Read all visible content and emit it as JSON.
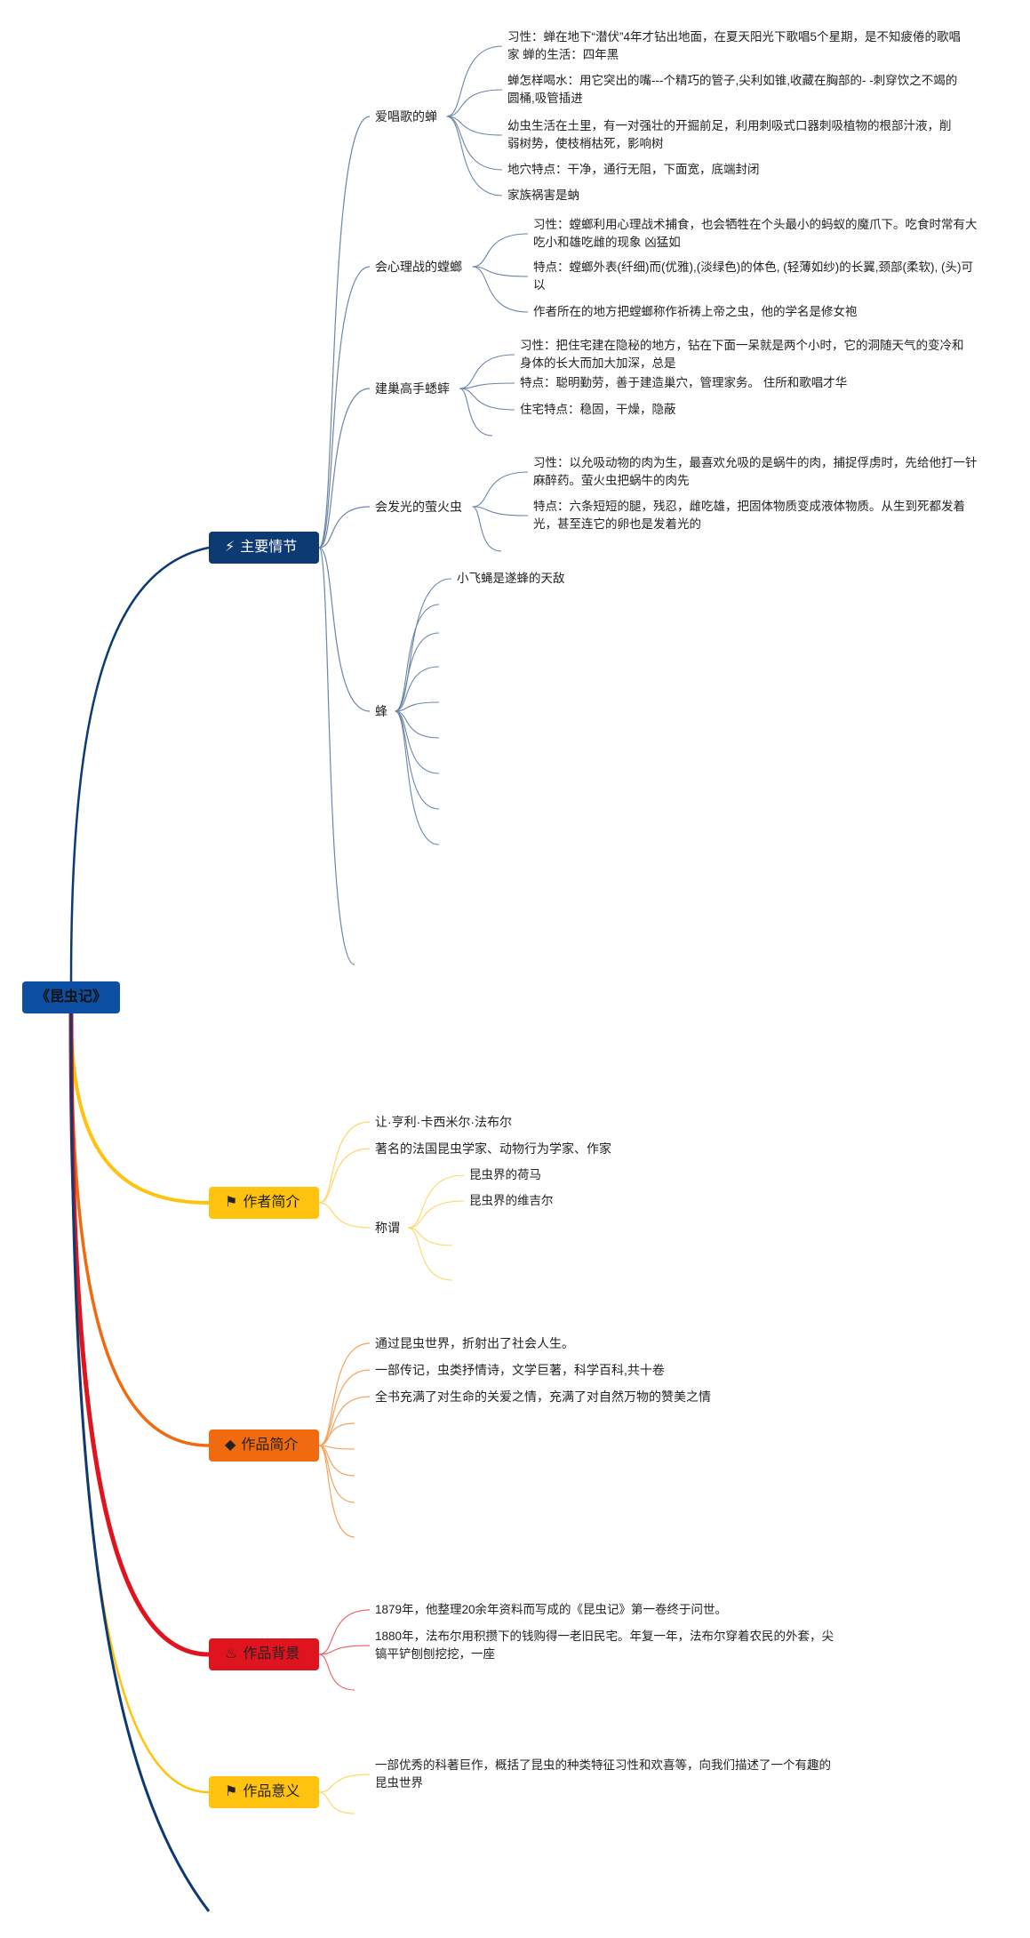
{
  "root": {
    "label": "《昆虫记》",
    "color": "#0d4fa3"
  },
  "categories": [
    {
      "key": "plot",
      "label": "主要情节",
      "icon": "magic-wand-icon",
      "glyph": "⚡",
      "color": "#0d3a73",
      "text_color": "#ffffff",
      "subs": [
        {
          "label": "爱唱歌的蝉",
          "leaves": [
            "习性：蝉在地下“潜伏”4年才钻出地面，在夏天阳光下歌唱5个星期，是不知疲倦的歌唱家 蝉的生活：四年黑",
            "蝉怎样喝水：用它突出的嘴---个精巧的管子,尖利如锥,收藏在胸部的- -刺穿饮之不竭的圆桶,吸管插进",
            "幼虫生活在土里，有一对强壮的开掘前足，利用刺吸式口器刺吸植物的根部汁液，削弱树势，使枝梢枯死，影响树",
            "地穴特点：干净，通行无阻，下面宽，底端封闭",
            "家族祸害是蚋"
          ]
        },
        {
          "label": "会心理战的螳螂",
          "leaves": [
            "习性：螳螂利用心理战术捕食，也会牺牲在个头最小的蚂蚁的魔爪下。吃食时常有大吃小和雄吃雌的现象 凶猛如",
            "特点：螳螂外表(纤细)而(优雅),(淡绿色)的体色, (轻薄如纱)的长翼,颈部(柔软), (头)可以",
            "作者所在的地方把螳螂称作祈祷上帝之虫，他的学名是修女袍"
          ]
        },
        {
          "label": "建巢高手蟋蟀",
          "leaves": [
            "习性：把住宅建在隐秘的地方，钻在下面一呆就是两个小时，它的洞随天气的变冷和身体的长大而加大加深，总是",
            "特点：聪明勤劳，善于建造巢穴，管理家务。 住所和歌唱才华",
            "住宅特点：稳固，干燥，隐蔽",
            ""
          ]
        },
        {
          "label": "会发光的萤火虫",
          "leaves": [
            "习性：以允吸动物的肉为生，最喜欢允吸的是蜗牛的肉，捕捉俘虏时，先给他打一针麻醉药。萤火虫把蜗牛的肉先",
            "特点：六条短短的腿，残忍，雌吃雄，把固体物质变成液体物质。从生到死都发着光，甚至连它的卵也是发着光的",
            ""
          ]
        },
        {
          "label": "蜂",
          "leaves": [
            "小飞蝇是遂蜂的天敌",
            "",
            "",
            "",
            "",
            "",
            "",
            "",
            ""
          ]
        },
        {
          "label": "",
          "leaves": []
        }
      ]
    },
    {
      "key": "author",
      "label": "作者简介",
      "icon": "flag-icon",
      "glyph": "⚑",
      "color": "#ffc20e",
      "text_color": "#222222",
      "subs": [
        {
          "label": "让·亨利·卡西米尔·法布尔",
          "leaves": []
        },
        {
          "label": "著名的法国昆虫学家、动物行为学家、作家",
          "leaves": []
        },
        {
          "label": "称谓",
          "leaves": [
            "昆虫界的荷马",
            "昆虫界的维吉尔",
            "",
            ""
          ]
        }
      ]
    },
    {
      "key": "intro",
      "label": "作品简介",
      "icon": "diamond-icon",
      "glyph": "◆",
      "color": "#f26a0f",
      "text_color": "#222222",
      "subs": [
        {
          "label": "通过昆虫世界，折射出了社会人生。",
          "leaves": []
        },
        {
          "label": "一部传记，虫类抒情诗，文学巨著，科学百科,共十卷",
          "leaves": []
        },
        {
          "label": "全书充满了对生命的关爱之情，充满了对自然万物的赞美之情",
          "leaves": []
        },
        {
          "label": "",
          "leaves": []
        },
        {
          "label": "",
          "leaves": []
        },
        {
          "label": "",
          "leaves": []
        },
        {
          "label": "",
          "leaves": []
        },
        {
          "label": "",
          "leaves": []
        }
      ]
    },
    {
      "key": "background",
      "label": "作品背景",
      "icon": "fire-icon",
      "glyph": "♨",
      "color": "#e0141e",
      "text_color": "#222222",
      "subs": [
        {
          "label": "1879年，他整理20余年资料而写成的《昆虫记》第一卷终于问世。",
          "leaves": []
        },
        {
          "label": "1880年，法布尔用积攒下的钱购得一老旧民宅。年复一年，法布尔穿着农民的外套，尖镐平铲刨刨挖挖，一座",
          "leaves": []
        },
        {
          "label": "",
          "leaves": []
        }
      ]
    },
    {
      "key": "meaning",
      "label": "作品意义",
      "icon": "flag-icon",
      "glyph": "⚑",
      "color": "#ffc20e",
      "text_color": "#222222",
      "subs": [
        {
          "label": "一部优秀的科著巨作，概括了昆虫的种类特征习性和欢喜等，向我们描述了一个有趣的昆虫世界",
          "leaves": []
        },
        {
          "label": "",
          "leaves": []
        }
      ]
    }
  ]
}
